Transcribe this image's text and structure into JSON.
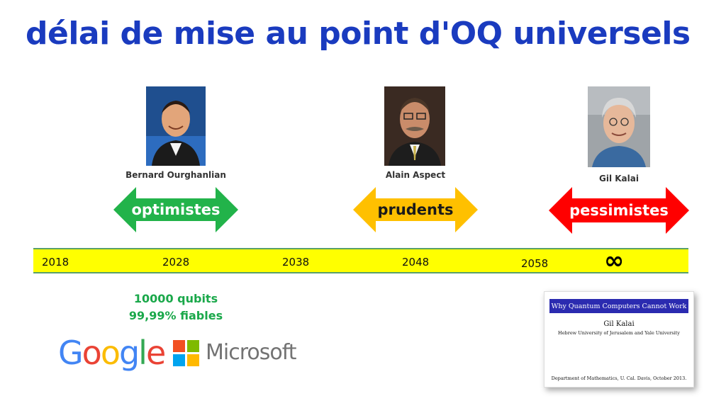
{
  "slide": {
    "title": "délai de mise au point d'OQ universels"
  },
  "people": [
    {
      "name": "Bernard Ourghanlian",
      "image": "photo-portrait"
    },
    {
      "name": "Alain Aspect",
      "image": "photo-portrait"
    },
    {
      "name": "Gil Kalai",
      "image": "photo-portrait"
    }
  ],
  "categories": [
    {
      "label": "optimistes",
      "color": "#22b34a",
      "text_color": "#ffffff"
    },
    {
      "label": "prudents",
      "color": "#ffc000",
      "text_color": "#1a1a1a"
    },
    {
      "label": "pessimistes",
      "color": "#ff0000",
      "text_color": "#ffffff"
    }
  ],
  "timeline": {
    "background": "#ffff00",
    "years": [
      "2018",
      "2028",
      "2038",
      "2048",
      "2058"
    ],
    "infinity_symbol": "∞"
  },
  "optimist_stats": {
    "line1": "10000 qubits",
    "line2": "99,99% fiables",
    "color": "#1aa84a"
  },
  "logos": {
    "google": "Google",
    "microsoft": "Microsoft"
  },
  "paper": {
    "title": "Why Quantum Computers Cannot Work",
    "author": "Gil Kalai",
    "affiliation": "Hebrew University of Jerusalem and Yale University",
    "footer": "Department of Mathematics, U. Cal. Davis, October 2013."
  }
}
